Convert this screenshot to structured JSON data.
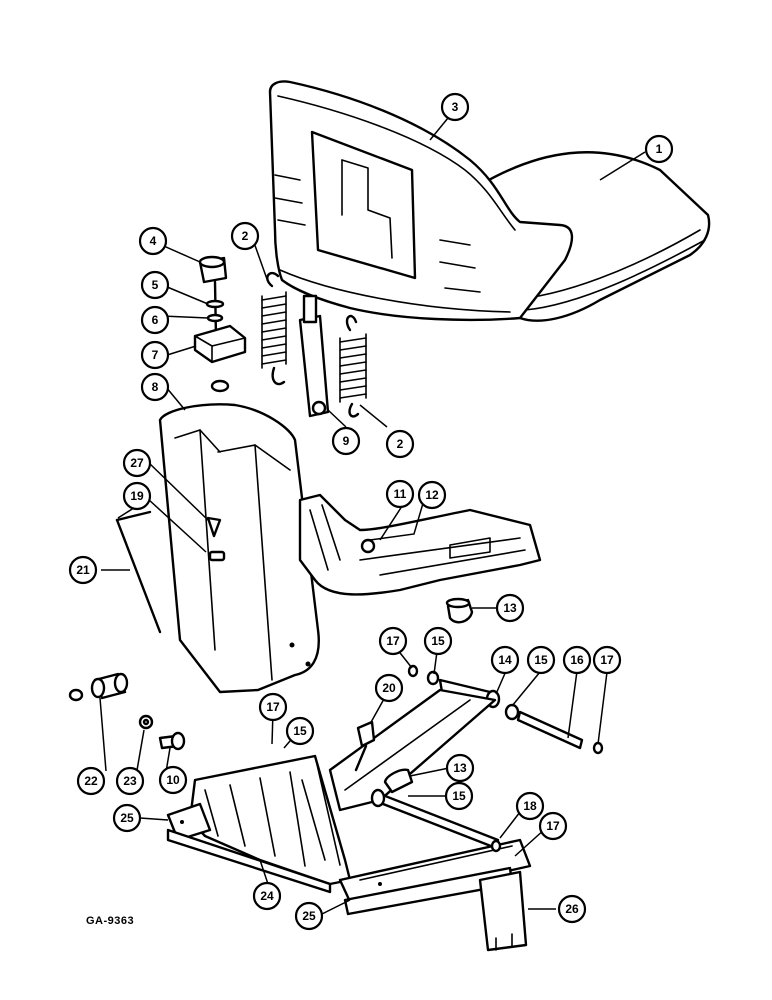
{
  "reference_code": "GA-9363",
  "callouts": {
    "c1": "1",
    "c2a": "2",
    "c2b": "2",
    "c3": "3",
    "c4": "4",
    "c5": "5",
    "c6": "6",
    "c7": "7",
    "c8": "8",
    "c9": "9",
    "c10": "10",
    "c11": "11",
    "c12": "12",
    "c13a": "13",
    "c13b": "13",
    "c14": "14",
    "c15a": "15",
    "c15b": "15",
    "c15c": "15",
    "c15d": "15",
    "c16": "16",
    "c17a": "17",
    "c17b": "17",
    "c17c": "17",
    "c17d": "17",
    "c18": "18",
    "c19": "19",
    "c20": "20",
    "c21": "21",
    "c22": "22",
    "c23": "23",
    "c24": "24",
    "c25a": "25",
    "c25b": "25",
    "c26": "26",
    "c27": "27"
  }
}
